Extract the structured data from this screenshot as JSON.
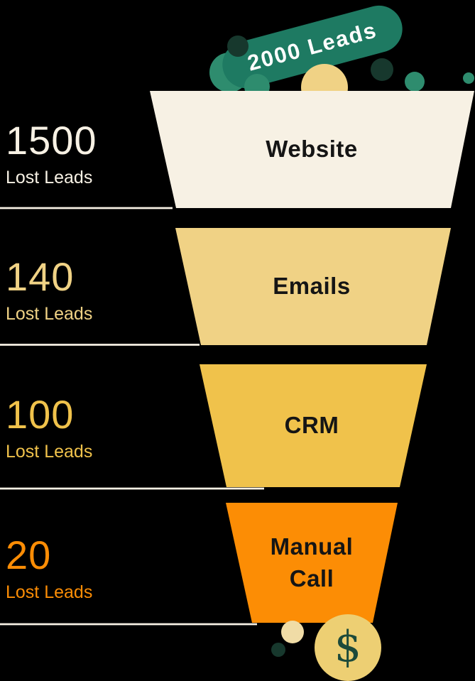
{
  "palette": {
    "background": "#000000",
    "pill_green": "#1E7A62",
    "pill_text": "#FFFFFF",
    "dark_green": "#17382D",
    "teal": "#2E8C6E",
    "decor_yellow": "#F0D285",
    "pale_gold": "#F0DCA6",
    "coin_yellow": "#EDCF73",
    "dollar_green": "#1C4A3A",
    "stage_text": "#151515",
    "separator": "#F7F1E4"
  },
  "chart_data": {
    "type": "funnel",
    "total": {
      "value": 2000,
      "label": "2000 Leads"
    },
    "stages": [
      {
        "label": "Website",
        "lost_value": 1500,
        "lost_caption": "Lost Leads",
        "color": "#F7F1E4"
      },
      {
        "label": "Emails",
        "lost_value": 140,
        "lost_caption": "Lost Leads",
        "color": "#F0D285"
      },
      {
        "label": "CRM",
        "lost_value": 100,
        "lost_caption": "Lost Leads",
        "color": "#F0C24B"
      },
      {
        "label": "Manual Call",
        "lost_value": 20,
        "lost_caption": "Lost Leads",
        "color": "#FC8D05"
      }
    ],
    "outcome_icon": "$",
    "layout_hints": {
      "orientation": "vertical",
      "stage_value_position": "left",
      "background": "black"
    }
  }
}
